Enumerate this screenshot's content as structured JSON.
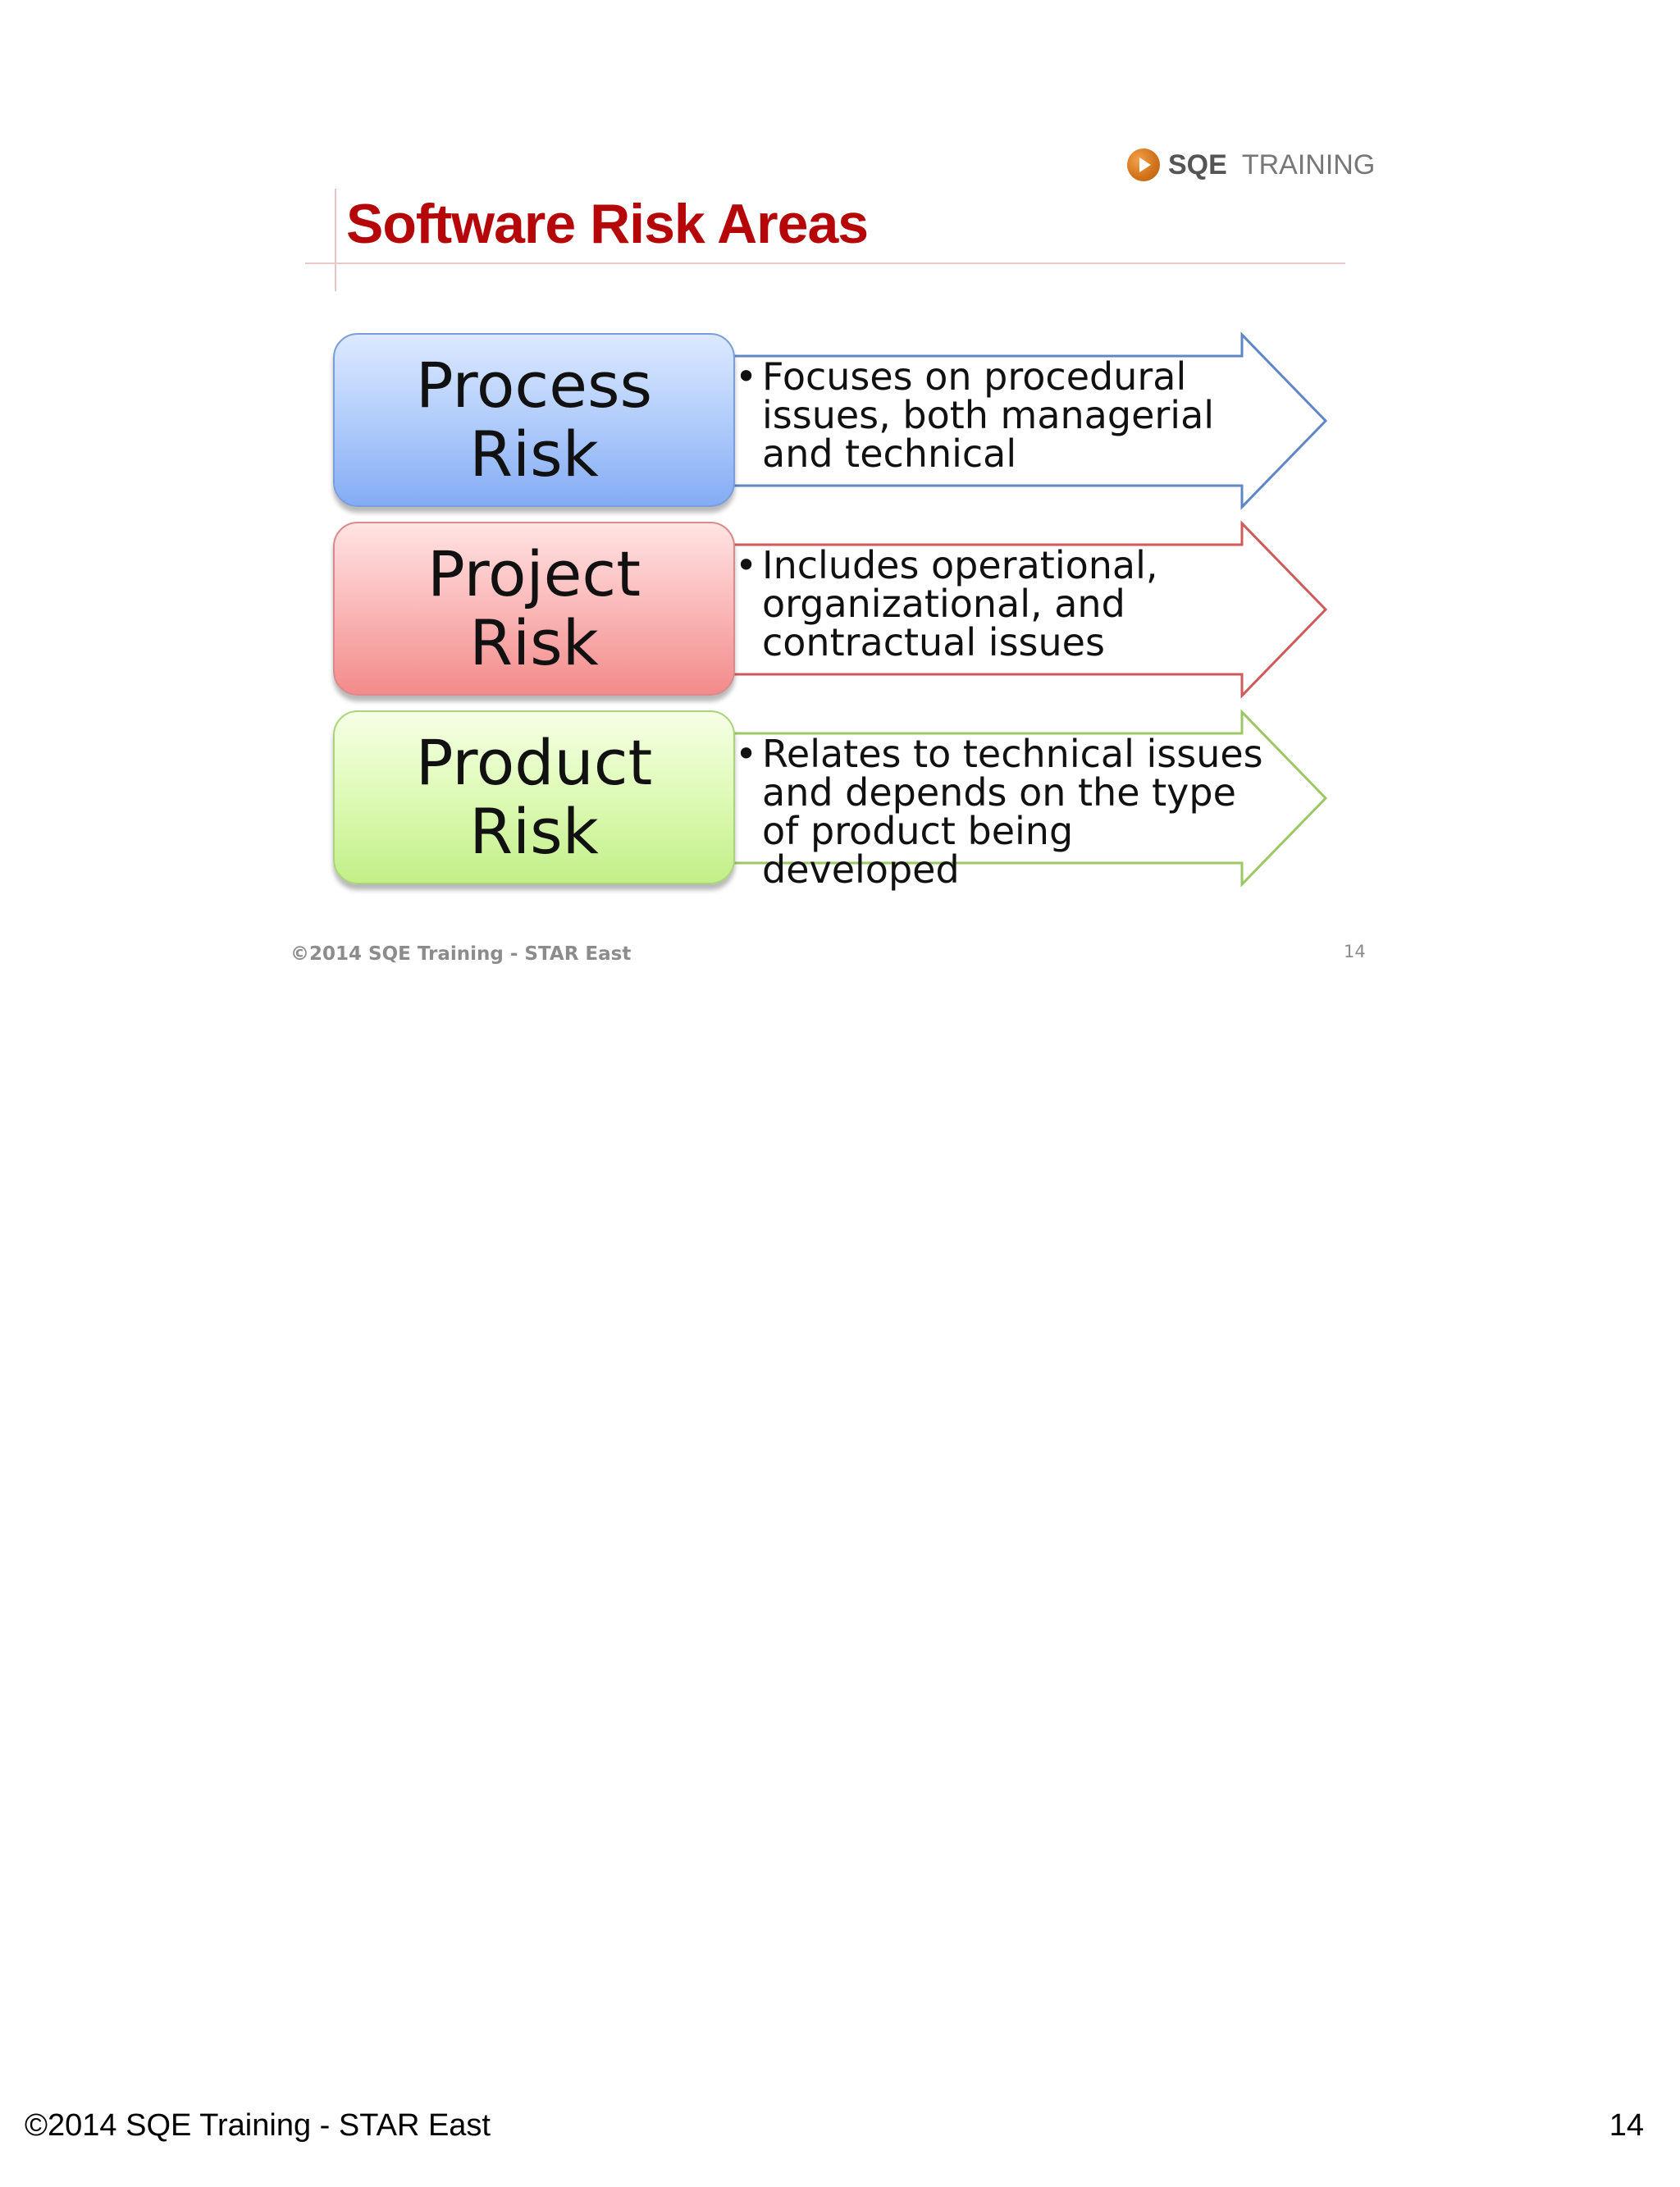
{
  "slide": {
    "logo": {
      "strong": "SQE",
      "light": "TRAINING"
    },
    "title": "Software Risk Areas",
    "risks": [
      {
        "name_line1": "Process",
        "name_line2": "Risk",
        "bullet": "•",
        "description": "Focuses on procedural issues, both managerial and technical"
      },
      {
        "name_line1": "Project",
        "name_line2": "Risk",
        "bullet": "•",
        "description": "Includes operational, organizational, and contractual issues"
      },
      {
        "name_line1": "Product",
        "name_line2": "Risk",
        "bullet": "•",
        "description": "Relates to technical issues and depends on the type of product being developed"
      }
    ],
    "footer": "©2014 SQE Training - STAR East",
    "number": "14"
  },
  "page": {
    "footer": "©2014 SQE Training - STAR East",
    "number": "14"
  },
  "colors": {
    "title": "#b5070a",
    "process_arrow": "#5f87c5",
    "project_arrow": "#cf5a5a",
    "product_arrow": "#9cc864"
  }
}
